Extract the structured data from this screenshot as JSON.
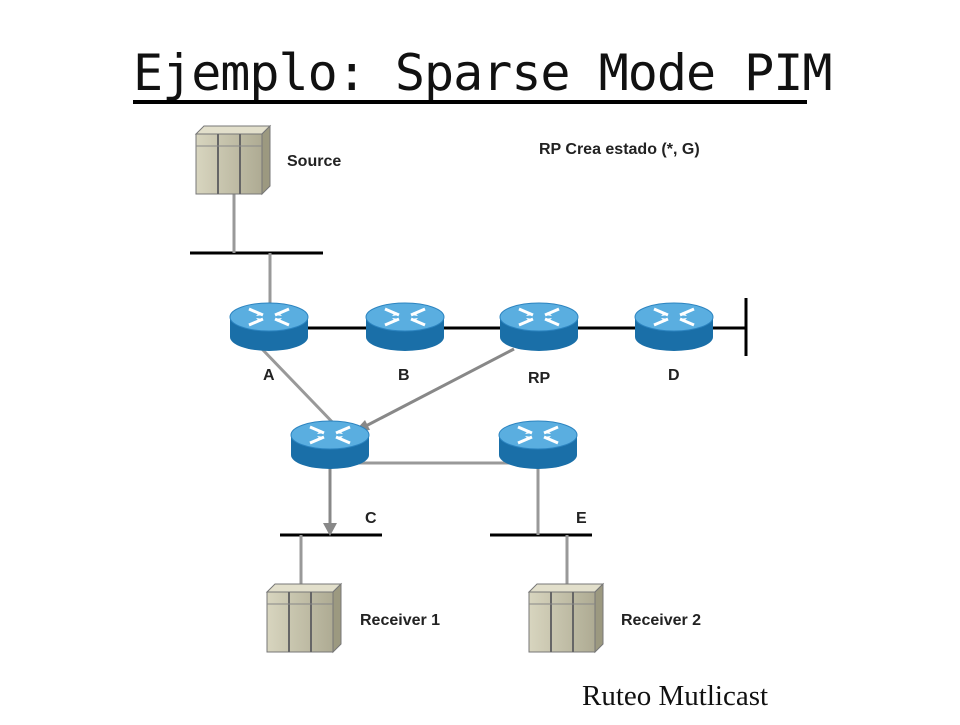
{
  "title": "Ejemplo: Sparse Mode PIM",
  "annotation": "RP Crea estado (*, G)",
  "hosts": {
    "source": "Source",
    "receiver1": "Receiver 1",
    "receiver2": "Receiver 2"
  },
  "routers": {
    "a": "A",
    "b": "B",
    "rp": "RP",
    "d": "D",
    "c": "C",
    "e": "E"
  },
  "footer": "Ruteo Mutlicast",
  "colors": {
    "router_top": "#5aaee0",
    "router_side": "#1a6fa8",
    "host_face": "#c9c6ae",
    "host_top": "#dedbc6",
    "link": "#000000",
    "arrow": "#8a8a8a"
  }
}
